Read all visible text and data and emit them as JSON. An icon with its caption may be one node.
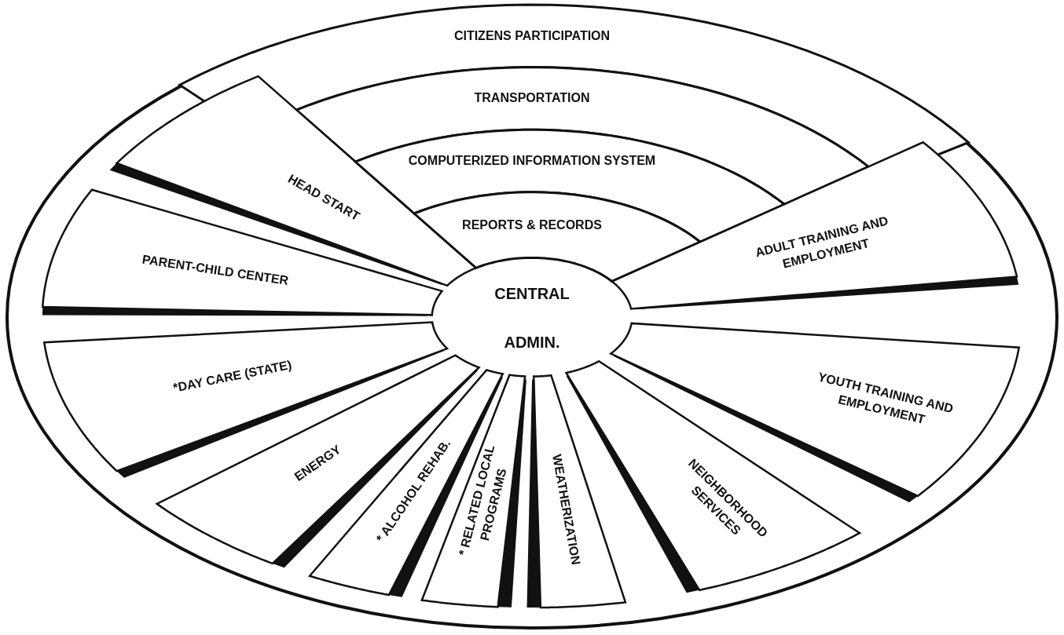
{
  "diagram": {
    "nodes": [
      {
        "text": [
          "CITIZENS PARTICIPATION"
        ]
      },
      {
        "text": [
          "TRANSPORTATION"
        ]
      },
      {
        "text": [
          "HEAD START"
        ]
      },
      {
        "text": [
          "COMPUTERIZED INFORMATION SYSTEM"
        ]
      },
      {
        "text": [
          "REPORTS & RECORDS"
        ]
      },
      {
        "text": [
          "ADULT TRAINING AND EMPLOYMENT"
        ]
      },
      {
        "text": [
          "PARENT-CHILD CENTER"
        ]
      },
      {
        "text": [
          "CENTRAL",
          "ADMIN."
        ]
      },
      {
        "text": [
          "YOUTH TRAINING AND EMPLOYMENT"
        ]
      },
      {
        "text": [
          "*DAY CARE (STATE)"
        ]
      },
      {
        "text": [
          "NEIGHBORHOOD SERVICES"
        ]
      },
      {
        "text": [
          "ENERGY"
        ]
      },
      {
        "text": [
          "* ALCOHOL REHAB."
        ]
      },
      {
        "text": [
          "* RELATED LOCAL PROGRAMS"
        ]
      },
      {
        "text": [
          "WEATHERIZATION"
        ]
      }
    ]
  }
}
